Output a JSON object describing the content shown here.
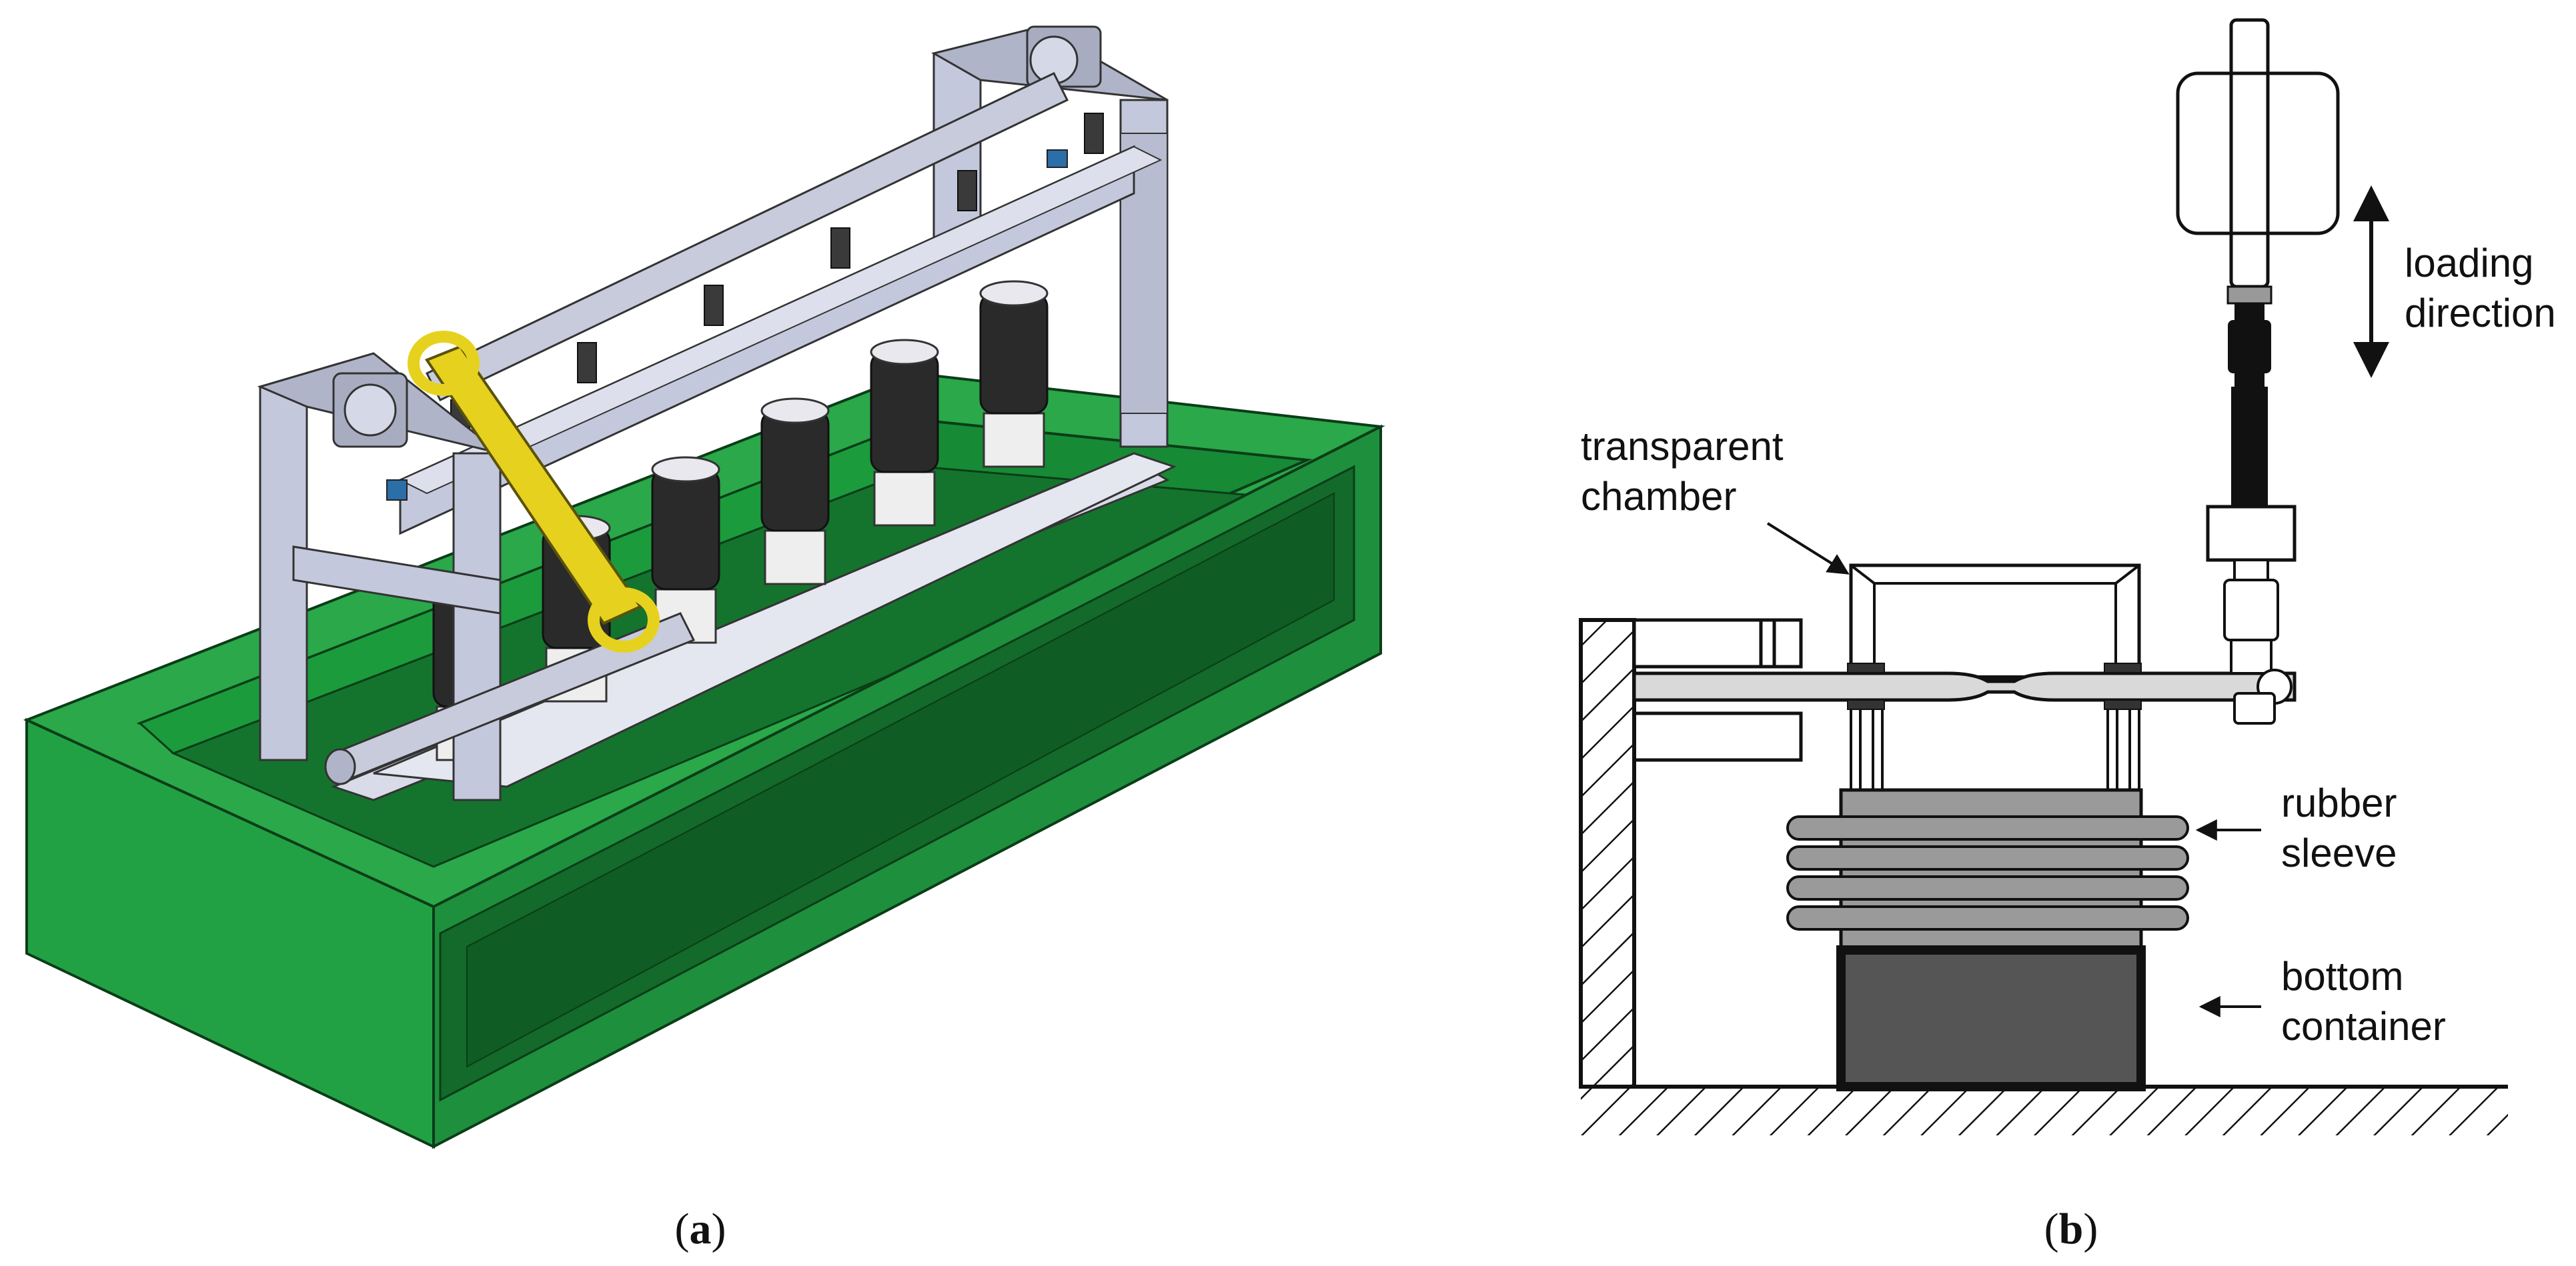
{
  "panels": {
    "a": {
      "caption_open": "(",
      "caption_letter": "a",
      "caption_close": ")"
    },
    "b": {
      "caption_open": "(",
      "caption_letter": "b",
      "caption_close": ")",
      "labels": {
        "loading_line1": "loading",
        "loading_line2": "direction",
        "chamber_line1": "transparent",
        "chamber_line2": "chamber",
        "sleeve_line1": "rubber",
        "sleeve_line2": "sleeve",
        "container_line1": "bottom",
        "container_line2": "container"
      }
    }
  },
  "colors": {
    "tank_green": "#1f9a3f",
    "tank_green_dark": "#0f6b2a",
    "tank_green_light": "#3dbb5c",
    "frame_gray": "#c4c8dc",
    "frame_dark": "#7d8196",
    "belt_yellow": "#e6d21e",
    "cell_black": "#2a2a2a",
    "specimen_gray": "#d9d9d9",
    "sleeve_gray": "#9a9a9a",
    "container_gray": "#555555"
  }
}
